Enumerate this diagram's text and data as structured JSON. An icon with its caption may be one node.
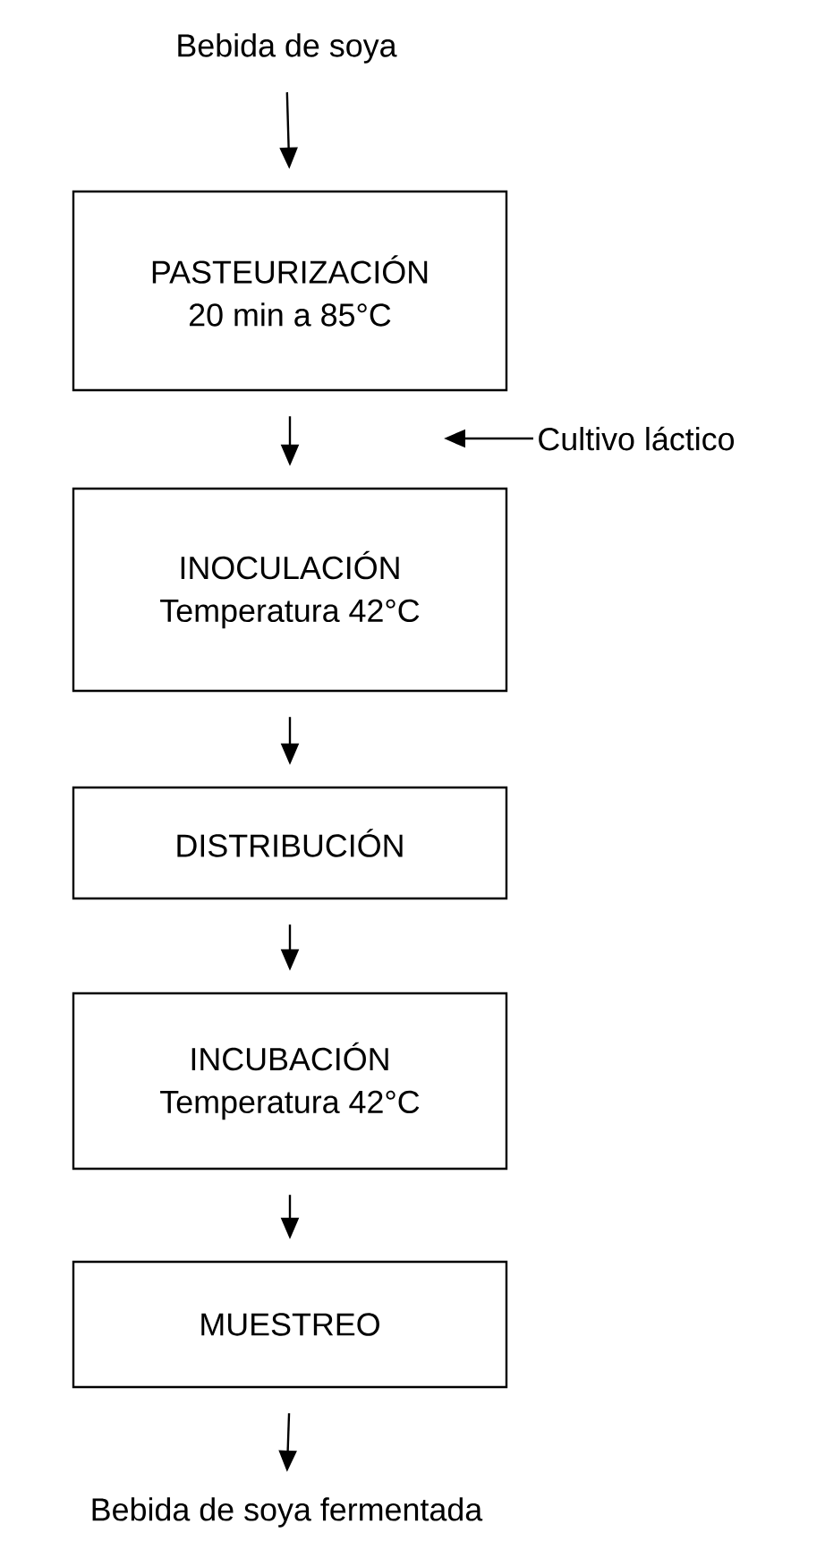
{
  "diagram": {
    "nodes": [
      {
        "text": [
          "Bebida de soya"
        ]
      },
      {
        "text": [
          "PASTEURIZACIÓN",
          "20 min a 85°C"
        ]
      },
      {
        "text": [
          "Cultivo láctico"
        ]
      },
      {
        "text": [
          "INOCULACIÓN",
          "Temperatura 42°C"
        ]
      },
      {
        "text": [
          "DISTRIBUCIÓN"
        ]
      },
      {
        "text": [
          "INCUBACIÓN",
          "Temperatura 42°C"
        ]
      },
      {
        "text": [
          "MUESTREO"
        ]
      },
      {
        "text": [
          "Bebida de soya fermentada"
        ]
      }
    ],
    "edges": [
      {
        "from": 0,
        "to": 1,
        "arrow": "to"
      },
      {
        "from": 1,
        "to": 3,
        "arrow": "to"
      },
      {
        "from": 2,
        "to": null,
        "arrow": "to"
      },
      {
        "from": 3,
        "to": 4,
        "arrow": "to"
      },
      {
        "from": 4,
        "to": 5,
        "arrow": "to"
      },
      {
        "from": 5,
        "to": 6,
        "arrow": "to"
      },
      {
        "from": 6,
        "to": 7,
        "arrow": "to"
      }
    ]
  }
}
